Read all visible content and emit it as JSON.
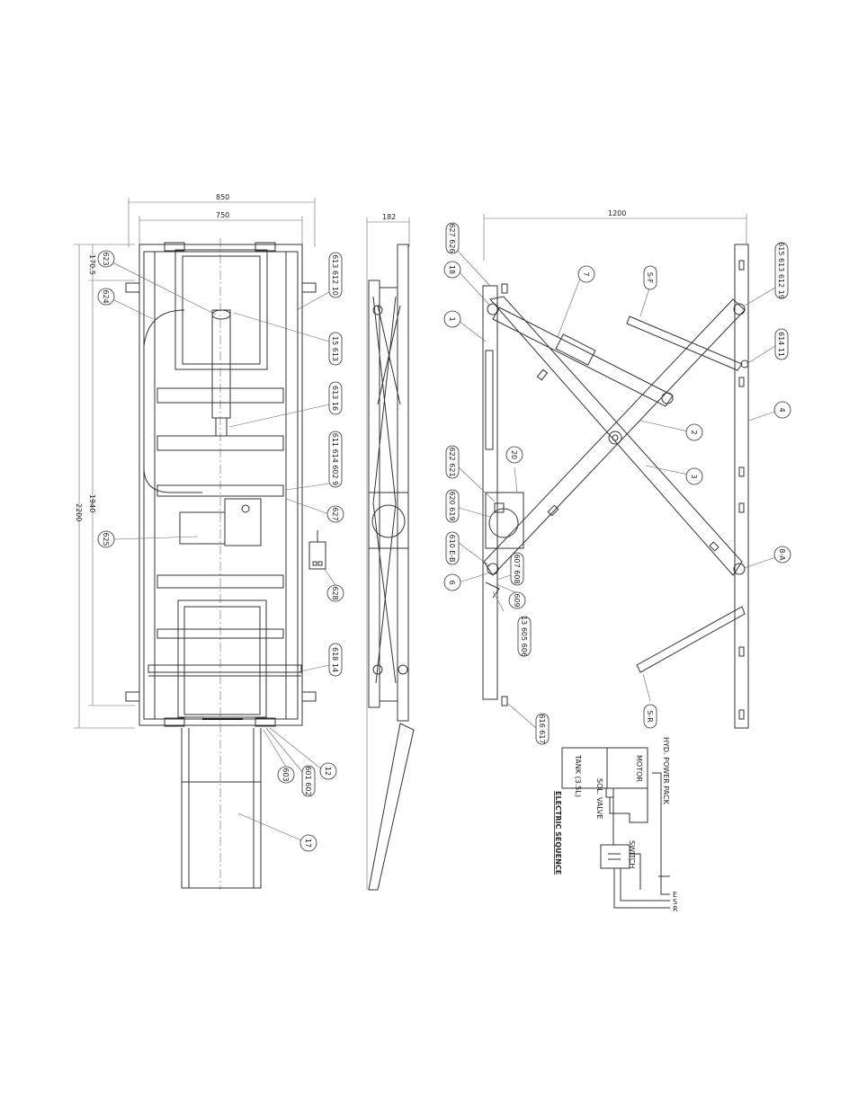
{
  "dimensions": {
    "overall_width": "850",
    "inner_width": "750",
    "side_height": "182",
    "side_length": "1200",
    "overall_length": "2200",
    "inner_length": "1940",
    "end_offset": "170.5"
  },
  "callouts": {
    "top": {
      "c623": "623",
      "c624": "624",
      "c625": "625",
      "c10": "613 612 10",
      "c15": "15 613",
      "c16": "613 16",
      "c9": "611 614 602 9",
      "c627": "627",
      "c628": "628",
      "c14": "618 14",
      "c12": "12",
      "c601": "601 602",
      "c603": "603",
      "c17": "17"
    },
    "side": {
      "c627b": "627 626",
      "c18": "18",
      "c1": "1",
      "c622": "622 621",
      "c620": "620 619",
      "c610": "610 E-B",
      "c6": "6",
      "c607": "607 608",
      "c13": "13 605 606",
      "c609": "609",
      "c616": "616 617",
      "c7": "7",
      "c2": "2",
      "c3": "3",
      "c4": "4",
      "c20": "20",
      "c5F": "S-F",
      "c5R": "S-R",
      "c19": "615 613 612 19",
      "c11": "614 11",
      "c8A": "8-A"
    }
  },
  "electric": {
    "title": "ELECTRIC SEQUENCE",
    "hyd_label": "HYD. POWER PACK",
    "motor_label": "MOTOR",
    "tank_label": "TANK (3.5L)",
    "valve_label": "SOL. VALVE",
    "switch_label": "SWITCH",
    "terminal_e": "E",
    "terminal_s": "S",
    "terminal_r": "R"
  }
}
